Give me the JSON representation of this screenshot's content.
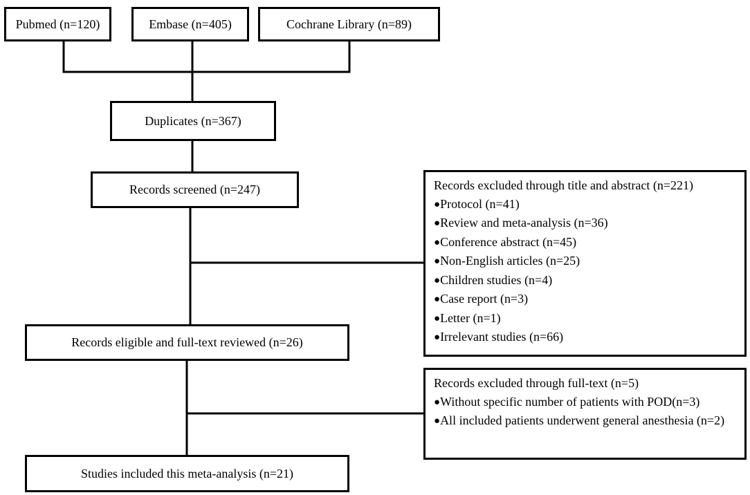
{
  "sources": [
    {
      "label": "Pubmed (n=120)"
    },
    {
      "label": "Embase (n=405)"
    },
    {
      "label": "Cochrane Library (n=89)"
    }
  ],
  "flow": {
    "duplicates": "Duplicates (n=367)",
    "screened": "Records screened (n=247)",
    "eligible": "Records eligible and full-text reviewed (n=26)",
    "included": "Studies included this meta-analysis (n=21)"
  },
  "exclusion_title_abstract": {
    "title": "Records excluded through title and abstract (n=221)",
    "items": [
      "Protocol (n=41)",
      "Review and meta-analysis (n=36)",
      "Conference abstract (n=45)",
      "Non-English articles (n=25)",
      "Children studies (n=4)",
      "Case report (n=3)",
      "Letter (n=1)",
      "Irrelevant studies (n=66)"
    ]
  },
  "exclusion_full_text": {
    "title": "Records excluded through full-text (n=5)",
    "items": [
      "Without specific number of patients with POD(n=3)",
      "All included patients underwent general anesthesia (n=2)"
    ]
  },
  "bullet_symbol": "●"
}
